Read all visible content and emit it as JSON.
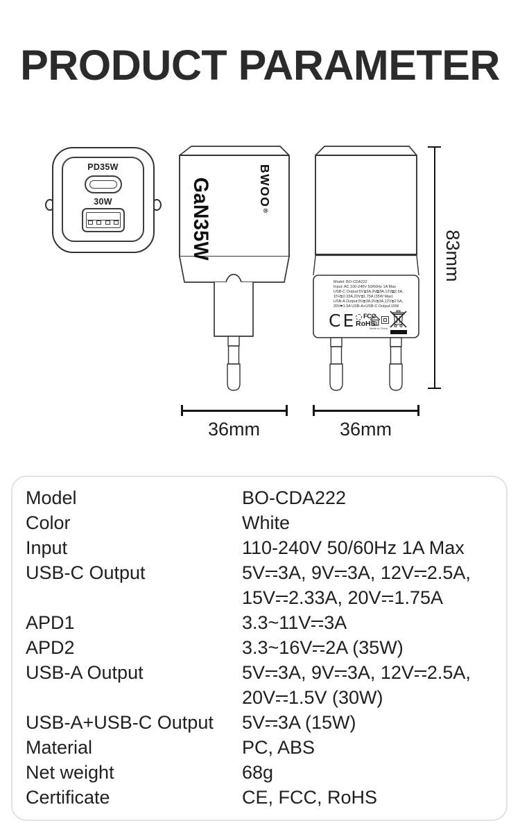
{
  "title": "PRODUCT PARAMETER",
  "diagram": {
    "front": {
      "usb_c_label": "PD35W",
      "usb_a_label": "30W"
    },
    "side": {
      "brand": "BWOO",
      "reg_mark": "®",
      "gan_text": "GaN35W"
    },
    "back": {
      "label_lines": [
        "Model: BO-CDA222",
        "Input: AC 100-240V 50/60Hz 1A Max",
        "USB-C Output:5V⎓3A,9V⎓3A,12V⎓2.5A,",
        "15V⎓2.33A,20V⎓1.75A  (35W Max)",
        "USB-A Output:5V⎓3A,9V⎓3A,12V⎓2.5A,",
        "20V⎓1.5A   USB-A+USB-C Output:15W"
      ],
      "ce_mark": "CE",
      "fcc_mark": "FCC",
      "rohs_mark": "RoHS",
      "made_in": "Made in China"
    },
    "dimensions": {
      "height": "83mm",
      "width_side": "36mm",
      "width_back": "36mm"
    }
  },
  "specs": {
    "rows": [
      {
        "label": "Model",
        "value": "BO-CDA222"
      },
      {
        "label": "Color",
        "value": "White"
      },
      {
        "label": "Input",
        "value": "110-240V 50/60Hz 1A Max"
      },
      {
        "label": "USB-C Output",
        "value": "5V⎓3A, 9V⎓3A, 12V⎓2.5A,\n15V⎓2.33A, 20V⎓1.75A"
      },
      {
        "label": "APD1",
        "value": "3.3~11V⎓3A"
      },
      {
        "label": "APD2",
        "value": "3.3~16V⎓2A (35W)"
      },
      {
        "label": "USB-A Output",
        "value": "5V⎓3A, 9V⎓3A, 12V⎓2.5A,\n20V⎓1.5V (30W)"
      },
      {
        "label": "USB-A+USB-C Output",
        "value": "5V⎓3A (15W)"
      },
      {
        "label": "Material",
        "value": "PC, ABS"
      },
      {
        "label": "Net weight",
        "value": "68g"
      },
      {
        "label": "Certificate",
        "value": "CE, FCC, RoHS"
      }
    ]
  }
}
